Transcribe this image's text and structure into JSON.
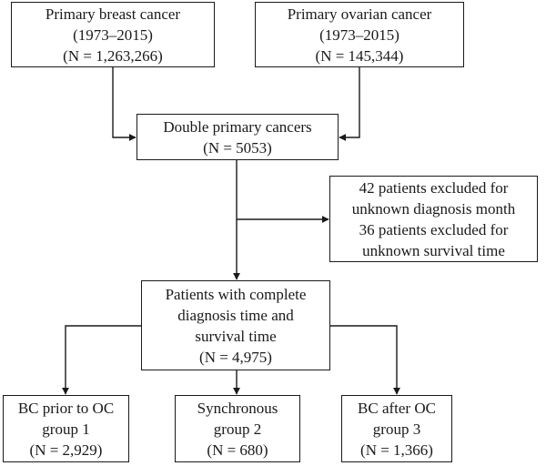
{
  "nodes": {
    "breast": {
      "lines": [
        "Primary breast cancer",
        "(1973–2015)",
        "(N = 1,263,266)"
      ]
    },
    "ovarian": {
      "lines": [
        "Primary ovarian cancer",
        "(1973–2015)",
        "(N = 145,344)"
      ]
    },
    "double": {
      "lines": [
        "Double primary cancers",
        "(N = 5053)"
      ]
    },
    "excluded": {
      "lines": [
        "42 patients excluded for",
        "unknown diagnosis month",
        "36 patients excluded for",
        "unknown survival time"
      ]
    },
    "complete": {
      "lines": [
        "Patients with complete",
        "diagnosis time and",
        "survival time",
        "(N = 4,975)"
      ]
    },
    "group1": {
      "lines": [
        "BC prior to OC",
        "group 1",
        "(N = 2,929)"
      ]
    },
    "group2": {
      "lines": [
        "Synchronous",
        "group 2",
        "(N = 680)"
      ]
    },
    "group3": {
      "lines": [
        "BC after OC",
        "group 3",
        "(N = 1,366)"
      ]
    }
  }
}
